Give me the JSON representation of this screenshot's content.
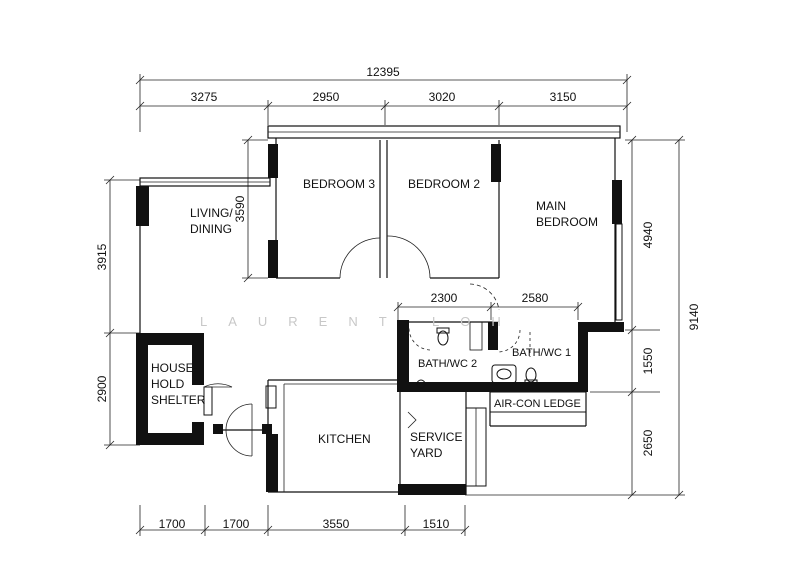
{
  "dimensions": {
    "top_total": "12395",
    "top": [
      "3275",
      "2950",
      "3020",
      "3150"
    ],
    "inner_2300": "2300",
    "inner_2580": "2580",
    "bottom": [
      "1700",
      "1700",
      "3550",
      "1510"
    ],
    "left_3915": "3915",
    "left_2900": "2900",
    "living_3590": "3590",
    "right_4940": "4940",
    "right_1550": "1550",
    "right_2650": "2650",
    "right_total": "9140"
  },
  "rooms": {
    "bedroom3": "BEDROOM 3",
    "bedroom2": "BEDROOM 2",
    "main_bedroom_1": "MAIN",
    "main_bedroom_2": "BEDROOM",
    "living_1": "LIVING/",
    "living_2": "DINING",
    "shelter_1": "HOUSE-",
    "shelter_2": "HOLD",
    "shelter_3": "SHELTER",
    "kitchen": "KITCHEN",
    "service_1": "SERVICE",
    "service_2": "YARD",
    "bath2": "BATH/WC 2",
    "bath1": "BATH/WC 1",
    "aircon": "AIR-CON LEDGE"
  },
  "watermark": "LAURENT LOH"
}
